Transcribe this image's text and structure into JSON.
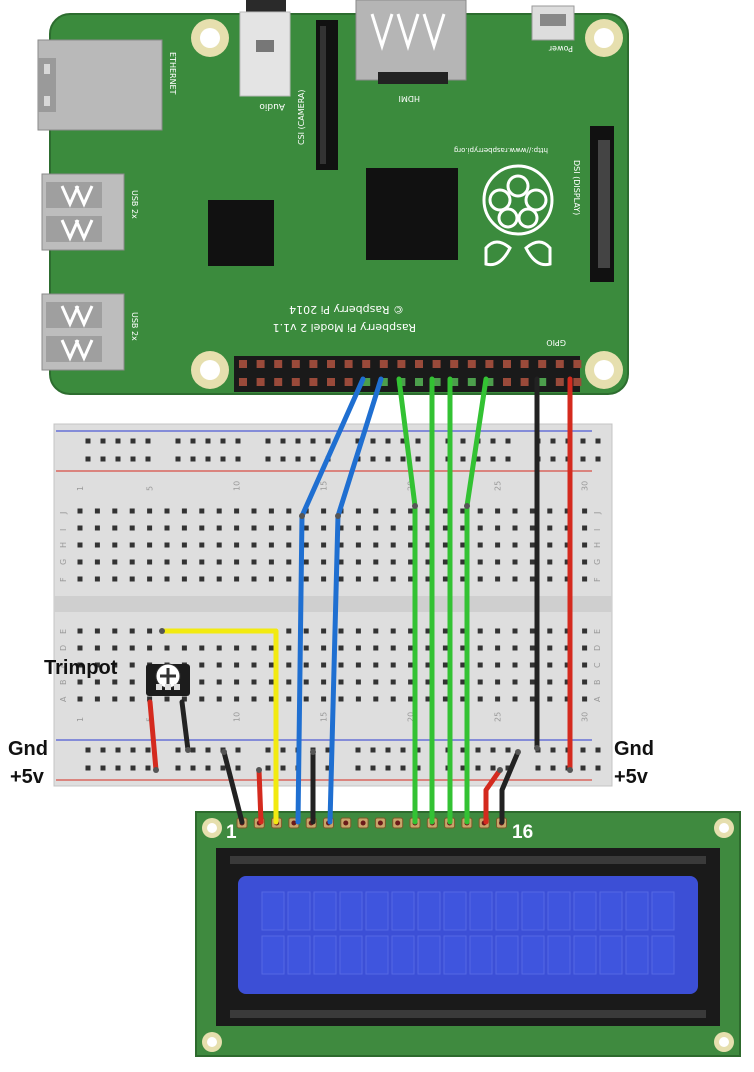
{
  "pi": {
    "ethernet": "ETHERNET",
    "usb_top": "USB 2x",
    "usb_bottom": "USB 2x",
    "audio": "Audio",
    "csi": "CSI (CAMERA)",
    "hdmi": "HDMI",
    "power": "Power",
    "dsi": "DSI (DISPLAY)",
    "url": "http://www.raspberrypi.org",
    "model_line1": "Raspberry Pi Model 2 v1.1",
    "model_line2": "© Raspberry Pi 2014",
    "gpio": "GPIO"
  },
  "breadboard": {
    "col_numbers": [
      "1",
      "5",
      "10",
      "15",
      "20",
      "25",
      "30"
    ],
    "rows_top": [
      "J",
      "I",
      "H",
      "G",
      "F"
    ],
    "rows_bottom": [
      "E",
      "D",
      "C",
      "B",
      "A"
    ]
  },
  "labels": {
    "trimpot": "Trimpot",
    "gnd_left": "Gnd",
    "v5_left": "+5v",
    "gnd_right": "Gnd",
    "v5_right": "+5v",
    "pin_first": "1",
    "pin_last": "16"
  },
  "colors": {
    "pcb_green": "#3a8a3c",
    "lcd_blue": "#3c4fd6",
    "wire_blue": "#1f6fd1",
    "wire_green": "#33c233",
    "wire_yellow": "#f2ea10",
    "wire_red": "#d42a1e",
    "wire_black": "#222222"
  }
}
